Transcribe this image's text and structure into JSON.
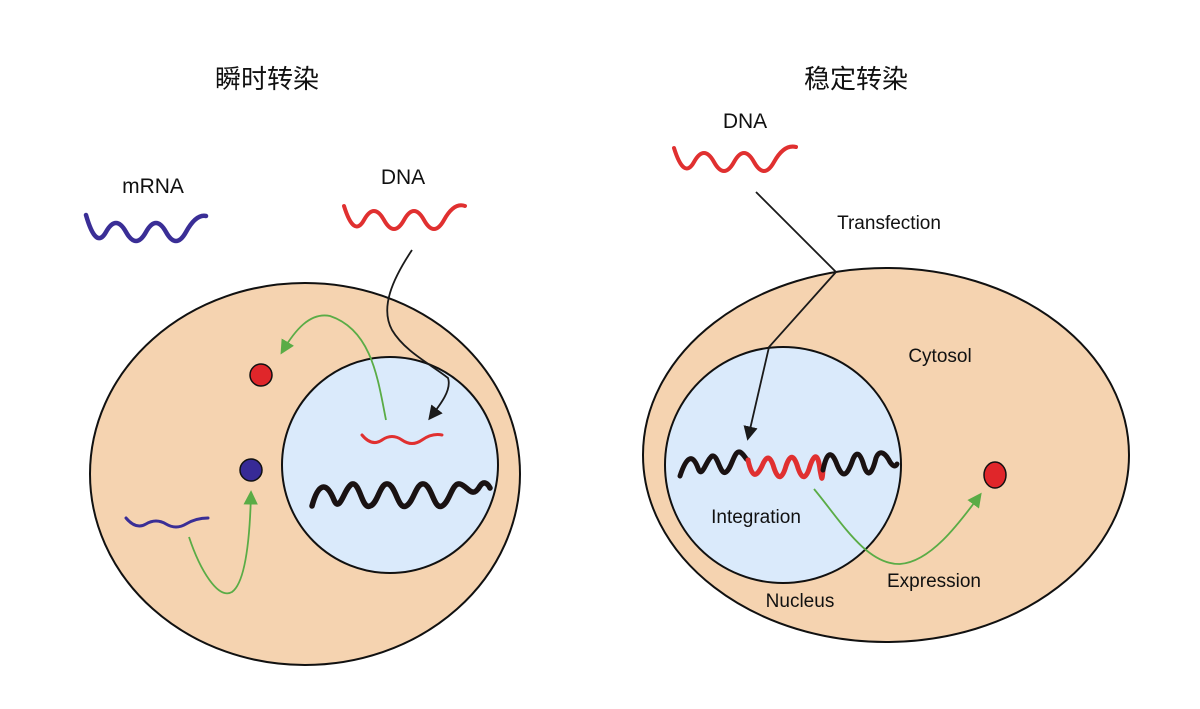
{
  "colors": {
    "cytosol": "#f5d3b0",
    "nucleus": "#daeafb",
    "outline": "#111111",
    "dna": "#e03030",
    "mrna": "#3a2e96",
    "chromosome": "#1a1212",
    "arrow_expression": "#5aac46",
    "arrow_delivery": "#1a1a1a",
    "protein_red": "#e0262a",
    "protein_blue": "#372a96"
  },
  "panels": [
    {
      "id": "transient",
      "title": "瞬时转染",
      "molecules": [
        {
          "label": "mRNA",
          "type": "mrna",
          "icon": "mrna-wave-icon"
        },
        {
          "label": "DNA",
          "type": "dna",
          "icon": "dna-wave-icon"
        }
      ],
      "cell_parts": {
        "cytosol": "cytosol",
        "nucleus": "nucleus"
      },
      "contents": [
        "red protein (expressed from DNA)",
        "blue protein (translated from mRNA)",
        "mRNA in cytosol",
        "transfected DNA in nucleus (episomal)",
        "host chromosome"
      ]
    },
    {
      "id": "stable",
      "title": "稳定转染",
      "molecules": [
        {
          "label": "DNA",
          "type": "dna",
          "icon": "dna-wave-icon"
        }
      ],
      "annotations": {
        "transfection": "Transfection",
        "cytosol": "Cytosol",
        "integration": "Integration",
        "nucleus": "Nucleus",
        "expression": "Expression"
      },
      "contents": [
        "host chromosome with integrated DNA segment",
        "red protein (expressed)"
      ]
    }
  ]
}
